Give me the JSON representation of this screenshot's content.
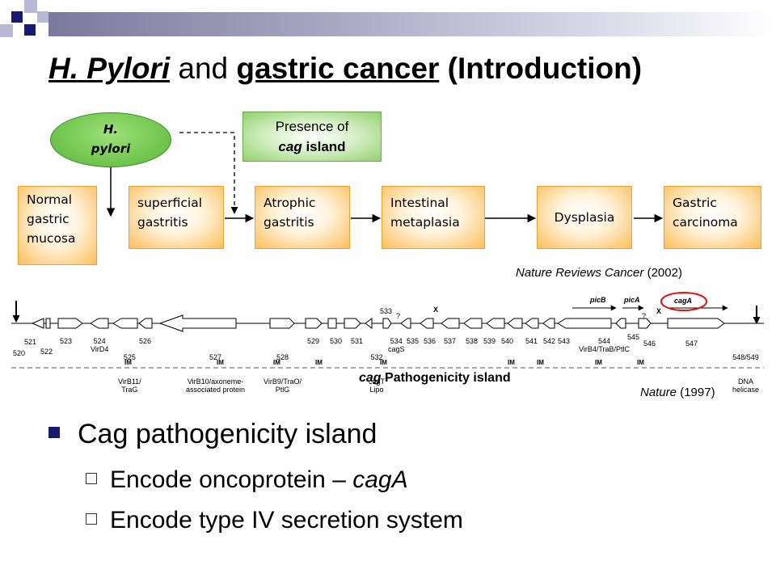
{
  "slide": {
    "title_part1": "H. Pylori",
    "title_part2": " and ",
    "title_part3": "gastric cancer",
    "title_part4": " (Introduction)",
    "colors": {
      "navy": "#1a1a6e",
      "lavender": "#a8a8c8",
      "orange": "#fbbf5a",
      "green": "#6cc34a"
    }
  },
  "diagram": {
    "hpylori_line1": "H.",
    "hpylori_line2": "pylori",
    "presence_line1": "Presence of",
    "presence_cag": "cag",
    "presence_island": " island",
    "stages": [
      {
        "label_line1": "Normal",
        "label_line2": "gastric",
        "label_line3": "mucosa"
      },
      {
        "label_line1": "superficial",
        "label_line2": "gastritis"
      },
      {
        "label_line1": "Atrophic",
        "label_line2": "gastritis"
      },
      {
        "label_line1": "Intestinal",
        "label_line2": "metaplasia"
      },
      {
        "label_line1": "Dysplasia"
      },
      {
        "label_line1": "Gastric",
        "label_line2": "carcinoma"
      }
    ],
    "citation1_journal": "Nature Reviews Cancer",
    "citation1_year": " (2002)"
  },
  "gene_map": {
    "numbers": [
      "520",
      "521",
      "522",
      "523",
      "524",
      "525",
      "526",
      "527",
      "528",
      "529",
      "530",
      "531",
      "532",
      "533",
      "534",
      "535",
      "536",
      "537",
      "538",
      "539",
      "540",
      "541",
      "542",
      "543",
      "544",
      "545",
      "546",
      "547",
      "548/549"
    ],
    "sub_labels": {
      "524": "VirD4",
      "525": "VirB11/\nTraG",
      "527": "VirB10/axoneme-\nassociated protein",
      "528": "VirB9/TraO/\nPtlG",
      "532": "cagT\nLipo",
      "534": "cagS",
      "544": "VirB4/TraB/PtlC",
      "548/549": "DNA\nhelicase"
    },
    "im": "IM",
    "region_picB": "picB",
    "region_picA": "picA",
    "region_cagA": "cagA",
    "x_mark": "X",
    "q_mark": "?",
    "island_cag": "cag",
    "island_rest": " Pathogenicity island",
    "citation2_journal": "Nature",
    "citation2_year": " (1997)"
  },
  "bullets": {
    "main": "Cag pathogenicity island",
    "sub1_text": "Encode oncoprotein – ",
    "sub1_italic": "cagA",
    "sub2": "Encode type IV secretion system"
  }
}
